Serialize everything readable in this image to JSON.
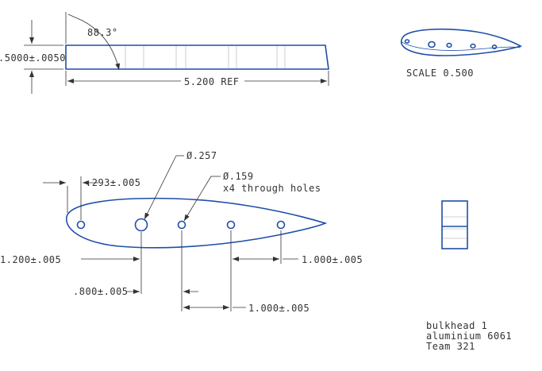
{
  "side_view": {
    "angle": "88.3°",
    "thickness": ".5000±.0050",
    "length_ref": "5.200 REF"
  },
  "iso_view": {
    "scale_label": "SCALE 0.500"
  },
  "front_view": {
    "dim_first_hole": ".293±.005",
    "large_hole_dia": "Ø.257",
    "small_hole_dia": "Ø.159",
    "small_hole_note": "x4 through holes",
    "dim_chord_from_edge": "1.200±.005",
    "dim_first_spacing": ".800±.005",
    "dim_spacing_a": "1.000±.005",
    "dim_spacing_b": "1.000±.005"
  },
  "title_note": {
    "line1": "bulkhead 1",
    "line2": "aluminium 6061",
    "line3": "Team 321"
  },
  "colors": {
    "part_outline": "#1f4ea8",
    "dimension": "#333333"
  }
}
